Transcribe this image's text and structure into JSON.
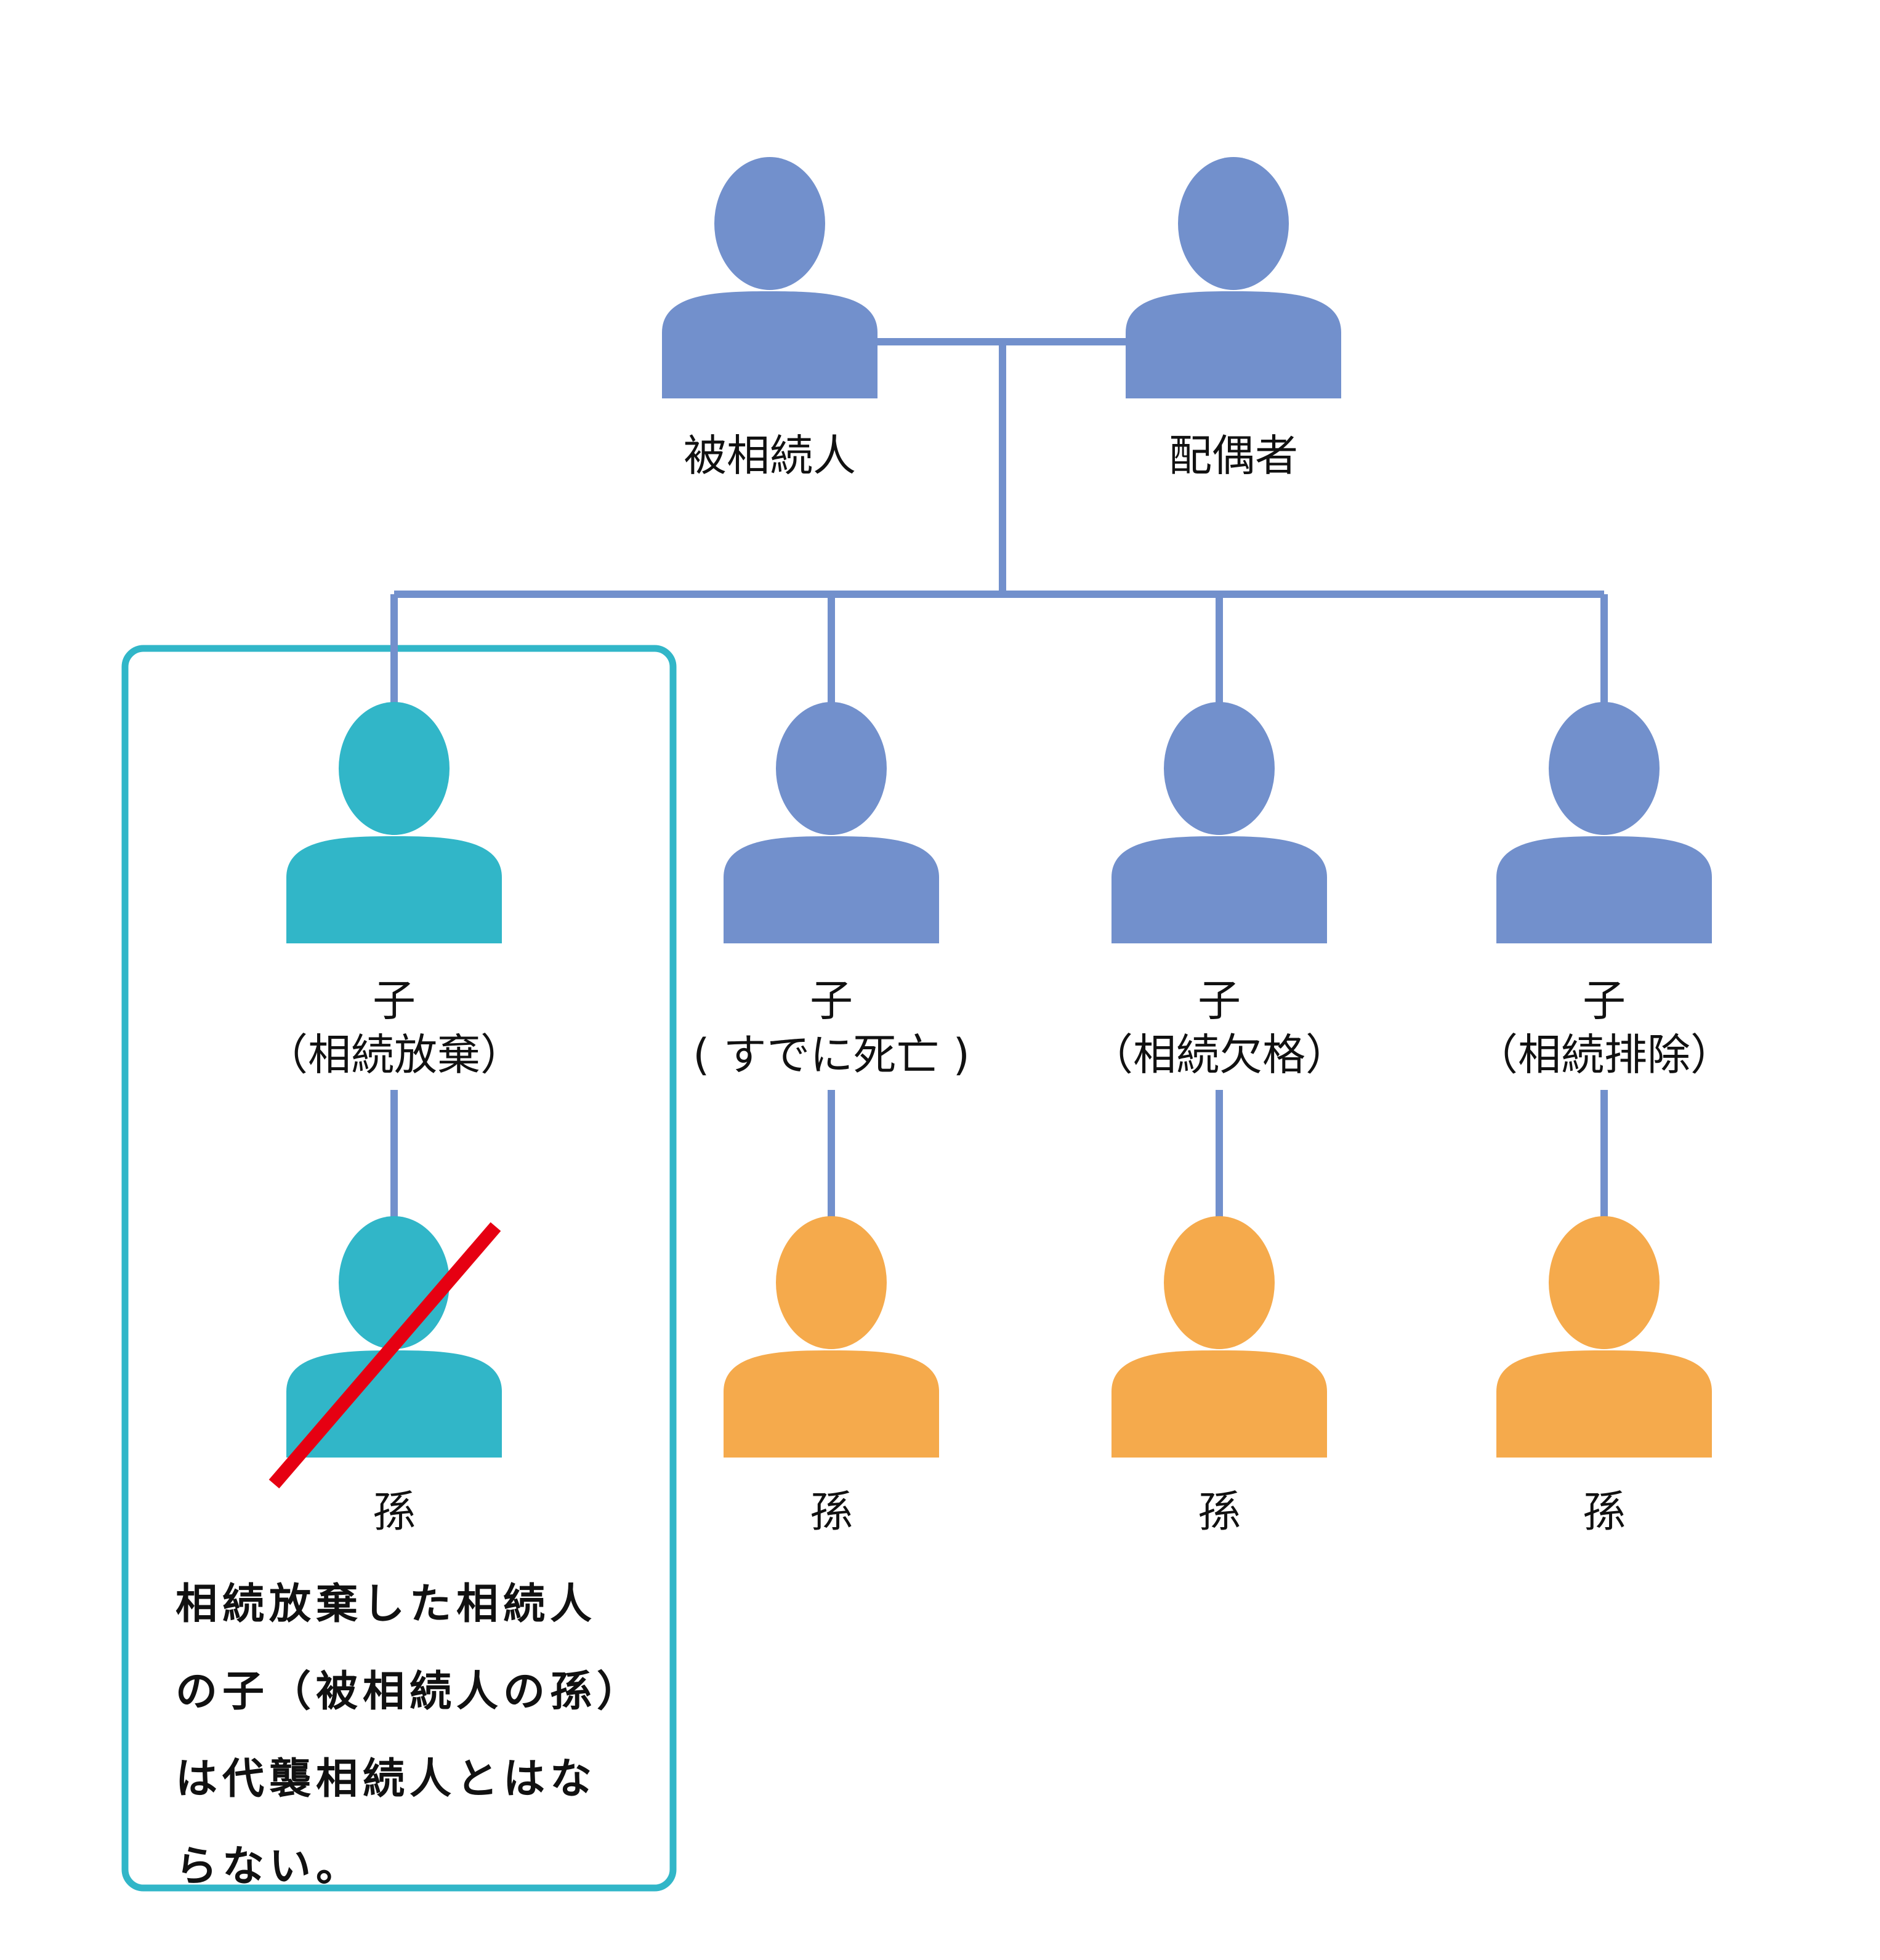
{
  "colors": {
    "parent_blue": "#7290CC",
    "highlight_teal": "#31B6C8",
    "grandchild_orange": "#F5AA4C",
    "strike_red": "#E60012",
    "connector": "#7290CC",
    "text": "#111111"
  },
  "parents": [
    {
      "id": "deceased",
      "label": "被相続人",
      "color": "parent_blue"
    },
    {
      "id": "spouse",
      "label": "配偶者",
      "color": "parent_blue"
    }
  ],
  "children": [
    {
      "label": "子",
      "status": "（相続放棄）",
      "color": "highlight_teal",
      "grandchild": {
        "label": "孫",
        "color": "highlight_teal",
        "crossed_out": true
      }
    },
    {
      "label": "子",
      "status": "( すでに死亡 )",
      "color": "parent_blue",
      "grandchild": {
        "label": "孫",
        "color": "grandchild_orange",
        "crossed_out": false
      }
    },
    {
      "label": "子",
      "status": "（相続欠格）",
      "color": "parent_blue",
      "grandchild": {
        "label": "孫",
        "color": "grandchild_orange",
        "crossed_out": false
      }
    },
    {
      "label": "子",
      "status": "（相続排除）",
      "color": "parent_blue",
      "grandchild": {
        "label": "孫",
        "color": "grandchild_orange",
        "crossed_out": false
      }
    }
  ],
  "note": {
    "lines": [
      "相続放棄した相続人",
      "の子（被相続人の孫）",
      "は代襲相続人とはな",
      "らない。"
    ]
  }
}
